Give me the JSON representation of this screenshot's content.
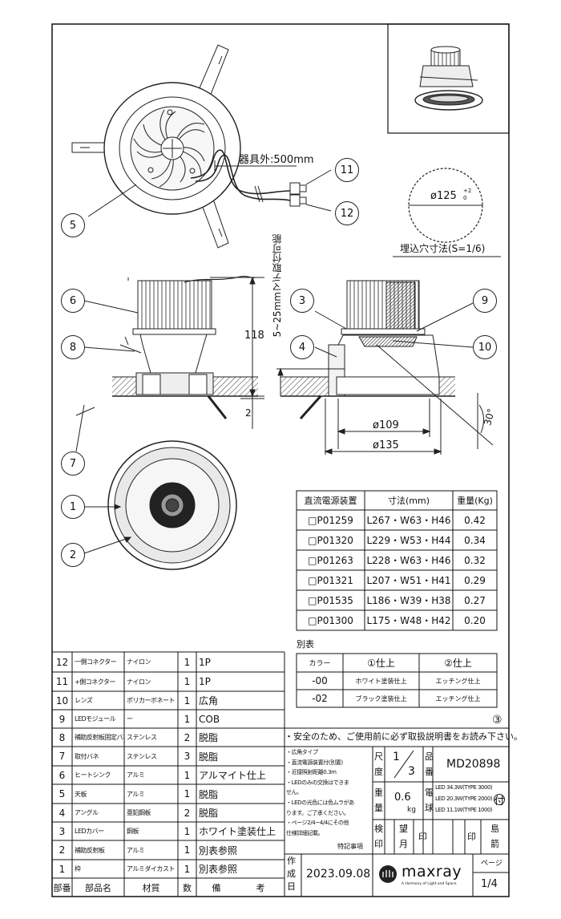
{
  "drawing": {
    "cable_length": "器具外:500mm",
    "dim_118": "118",
    "dim_range": "5~25mmマデ取付可能",
    "dim_2": "2",
    "dim_109": "ø109",
    "dim_135": "ø135",
    "dim_30": "30°",
    "hole_dia": "ø125",
    "hole_tol_plus": "+2",
    "hole_tol_minus": "0",
    "hole_caption": "埋込穴寸法(S=1/6)",
    "callouts": [
      "1",
      "2",
      "3",
      "4",
      "5",
      "6",
      "7",
      "8",
      "9",
      "10",
      "11",
      "12"
    ]
  },
  "power_table": {
    "headers": [
      "直流電源装置",
      "寸法(mm)",
      "重量(Kg)"
    ],
    "rows": [
      [
        "□P01259",
        "L267・W63・H46",
        "0.42"
      ],
      [
        "□P01320",
        "L229・W53・H44",
        "0.34"
      ],
      [
        "□P01263",
        "L228・W63・H46",
        "0.32"
      ],
      [
        "□P01321",
        "L207・W51・H41",
        "0.29"
      ],
      [
        "□P01535",
        "L186・W39・H38",
        "0.27"
      ],
      [
        "□P01300",
        "L175・W48・H42",
        "0.20"
      ]
    ]
  },
  "color_table": {
    "title": "別表",
    "headers": [
      "カラー",
      "①仕上",
      "②仕上"
    ],
    "rows": [
      [
        "-00",
        "ホワイト塗装仕上",
        "エッチング仕上"
      ],
      [
        "-02",
        "ブラック塗装仕上",
        "エッチング仕上"
      ]
    ]
  },
  "circle3": "③",
  "parts": {
    "rows": [
      [
        "12",
        "一側コネクター",
        "ナイロン",
        "1",
        "1P"
      ],
      [
        "11",
        "+側コネクター",
        "ナイロン",
        "1",
        "1P"
      ],
      [
        "10",
        "レンズ",
        "ポリカーボネート",
        "1",
        "広角"
      ],
      [
        "9",
        "LEDモジュール",
        "ー",
        "1",
        "COB"
      ],
      [
        "8",
        "補助反射板固定バネ",
        "ステンレス",
        "2",
        "脱脂"
      ],
      [
        "7",
        "取付バネ",
        "ステンレス",
        "3",
        "脱脂"
      ],
      [
        "6",
        "ヒートシンク",
        "アルミ",
        "1",
        "アルマイト仕上"
      ],
      [
        "5",
        "天板",
        "アルミ",
        "1",
        "脱脂"
      ],
      [
        "4",
        "アングル",
        "亜鉛鋼板",
        "2",
        "脱脂"
      ],
      [
        "3",
        "LEDカバー",
        "鋼板",
        "1",
        "ホワイト塗装仕上"
      ],
      [
        "2",
        "補助反射板",
        "アルミ",
        "1",
        "別表参照"
      ],
      [
        "1",
        "枠",
        "アルミダイカスト",
        "1",
        "別表参照"
      ]
    ],
    "footer": [
      "部番",
      "部品名",
      "材質",
      "数",
      "備",
      "考"
    ]
  },
  "safety_note": "・安全のため、ご使用前に必ず取扱説明書をお読み下さい。",
  "notes": {
    "lines": [
      "・広角タイプ",
      "・直流電源装置付(別置)",
      "・近接照射距離0.3m",
      "・LEDのみの交換はできま",
      "せん。",
      "・LEDの光色には色ムラがあ",
      "ります。ご了承ください。",
      "・ページ2/4~4/4にその他",
      "仕様詳細記載。"
    ],
    "label": "特記事項"
  },
  "title_block": {
    "scale_label_1": "尺",
    "scale_label_2": "度",
    "scale": "1/3",
    "scale_num": "1",
    "scale_den": "3",
    "part_label_1": "品",
    "part_label_2": "番",
    "part_no": "MD20898",
    "weight_label_1": "重",
    "weight_label_2": "量",
    "weight_value": "0.6",
    "weight_unit": "kg",
    "bulb_label_1": "電",
    "bulb_label_2": "球",
    "bulb_lines": [
      "LED 34.3W(TYPE 3000)",
      "LED 20.3W(TYPE 2000)",
      "LED 11.1W(TYPE 1000)"
    ],
    "bulb_badge": "付",
    "kenin": [
      "検",
      "印"
    ],
    "bouin": [
      "望",
      "月"
    ],
    "in1": "印",
    "in2": "印",
    "shimasaki": [
      "島",
      "箭"
    ],
    "created_label": [
      "作",
      "成",
      "日"
    ],
    "date": "2023.09.08",
    "logo_text": "maxray",
    "logo_sub": "A Harmony of Light and Space",
    "page_label": "ページ",
    "page": "1/4"
  }
}
